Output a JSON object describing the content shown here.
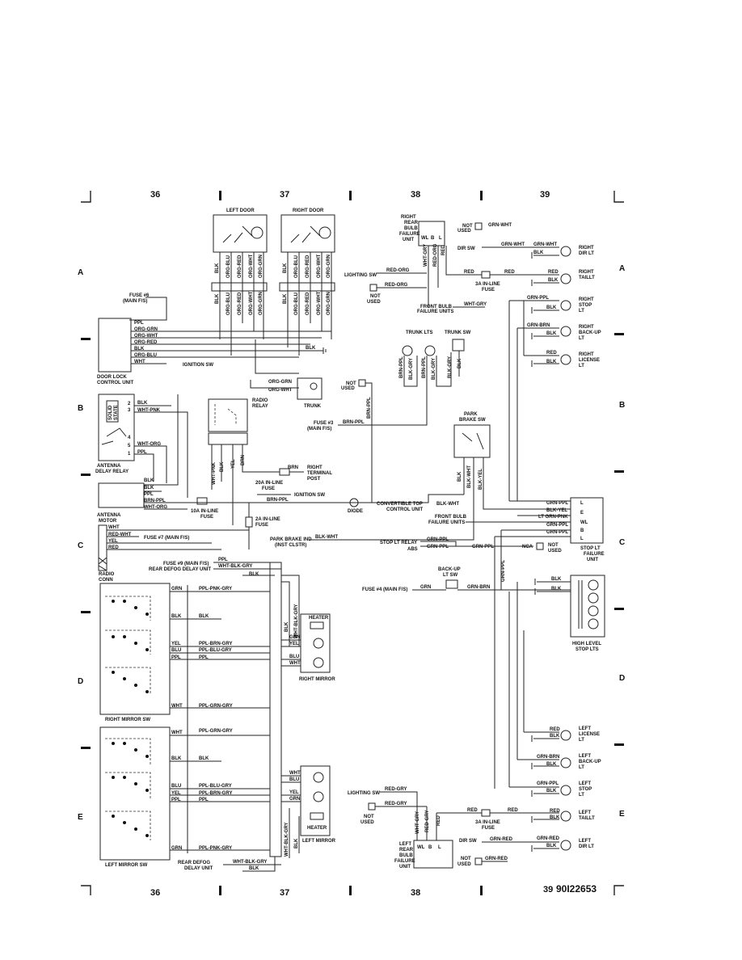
{
  "page": {
    "grid_columns": [
      "36",
      "37",
      "38",
      "39"
    ],
    "grid_rows": [
      "A",
      "B",
      "C",
      "D",
      "E"
    ],
    "diagram_id": "90I22653"
  },
  "components": {
    "left_door": "LEFT DOOR",
    "right_door": "RIGHT DOOR",
    "right_rear_bulb_failure_unit": [
      "RIGHT",
      "REAR",
      "BULB",
      "FAILURE",
      "UNIT"
    ],
    "not_used": [
      "NOT",
      "USED"
    ],
    "dir_sw": "DIR SW",
    "right_dir_lt": [
      "RIGHT",
      "DIR LT"
    ],
    "right_taillt": [
      "RIGHT",
      "TAILLT"
    ],
    "right_stop_lt": [
      "RIGHT",
      "STOP",
      "LT"
    ],
    "right_backup_lt": [
      "RIGHT",
      "BACK-UP",
      "LT"
    ],
    "right_license_lt": [
      "RIGHT",
      "LICENSE",
      "LT"
    ],
    "lighting_sw": "LIGHTING SW",
    "inline_fuse_3a": [
      "3A IN-LINE",
      "FUSE"
    ],
    "front_bulb_failure_units": [
      "FRONT BULB",
      "FAILURE UNITS"
    ],
    "fuse_6": [
      "FUSE #6",
      "(MAIN F/S)"
    ],
    "door_lock_control_unit": [
      "DOOR LOCK",
      "CONTROL UNIT"
    ],
    "ignition_sw": "IGNITION SW",
    "trunk_lts": "TRUNK LTS",
    "trunk_sw": "TRUNK SW",
    "trunk": "TRUNK",
    "solid_state": [
      "SOLID",
      "STATE"
    ],
    "antenna_delay_relay": [
      "ANTENNA",
      "DELAY RELAY"
    ],
    "radio_relay": [
      "RADIO",
      "RELAY"
    ],
    "fuse_3": [
      "FUSE #3",
      "(MAIN F/S)"
    ],
    "park_brake_sw": [
      "PARK",
      "BRAKE SW"
    ],
    "right_terminal_post": [
      "RIGHT",
      "TERMINAL",
      "POST"
    ],
    "inline_fuse_20a": [
      "20A IN-LINE",
      "FUSE"
    ],
    "antenna_motor": [
      "ANTENNA",
      "MOTOR"
    ],
    "inline_fuse_10a": [
      "10A IN-LINE",
      "FUSE"
    ],
    "inline_fuse_2a": [
      "2A IN-LINE",
      "FUSE"
    ],
    "diode": "DIODE",
    "convertible_top_control_unit": [
      "CONVERTIBLE TOP",
      "CONTROL UNIT"
    ],
    "fuse_7": "FUSE #7 (MAIN F/S)",
    "park_brake_ind": [
      "PARK BRAKE IND",
      "(INST CLSTR)"
    ],
    "stop_lt_relay": "STOP LT RELAY",
    "abs": "ABS",
    "nca": "NCA",
    "stop_lt_failure_unit": [
      "STOP LT",
      "FAILURE",
      "UNIT"
    ],
    "radio_conn": [
      "RADIO",
      "CONN"
    ],
    "fuse_9": "FUSE #9 (MAIN F/S)",
    "rear_defog_delay_unit": "REAR DEFOG DELAY UNIT",
    "backup_lt_sw": [
      "BACK-UP",
      "LT SW"
    ],
    "fuse_4": "FUSE #4 (MAIN F/S)",
    "heater": "HEATER",
    "right_mirror": "RIGHT MIRROR",
    "high_level_stop_lts": [
      "HIGH LEVEL",
      "STOP LTS"
    ],
    "right_mirror_sw": "RIGHT MIRROR SW",
    "left_license_lt": [
      "LEFT",
      "LICENSE",
      "LT"
    ],
    "left_backup_lt": [
      "LEFT",
      "BACK-UP",
      "LT"
    ],
    "left_stop_lt": [
      "LEFT",
      "STOP",
      "LT"
    ],
    "left_taillt": [
      "LEFT",
      "TAILLT"
    ],
    "left_dir_lt": [
      "LEFT",
      "DIR LT"
    ],
    "left_mirror": "LEFT MIRROR",
    "left_rear_bulb_failure_unit": [
      "LEFT",
      "REAR",
      "BULB",
      "FAILURE",
      "UNIT"
    ],
    "left_mirror_sw": "LEFT MIRROR SW",
    "rear_defog_delay_unit_2": [
      "REAR DEFOG",
      "DELAY UNIT"
    ]
  },
  "wires": {
    "grn_wht": "GRN-WHT",
    "red": "RED",
    "blk": "BLK",
    "red_org": "RED-ORG",
    "wht_gry": "WHT-GRY",
    "grn_ppl": "GRN-PPL",
    "grn_brn": "GRN-BRN",
    "ppl": "PPL",
    "org_grn": "ORG-GRN",
    "org_wht": "ORG-WHT",
    "org_red": "ORG-RED",
    "org_blu": "ORG-BLU",
    "wht": "WHT",
    "brn_ppl": "BRN-PPL",
    "blk_gry": "BLK-GRY",
    "wht_pnk": "WHT-PNK",
    "wht_org": "WHT-ORG",
    "brn": "BRN",
    "yel": "YEL",
    "blk_wht": "BLK-WHT",
    "blk_yel": "BLK-YEL",
    "lt_grn_pnk": "LT GRN-PNK",
    "red_wht": "RED-WHT",
    "red_gry": "RED-GRY",
    "grn_red": "GRN-RED",
    "wht_blk_gry": "WHT-BLK-GRY",
    "ppl_pnk_gry": "PPL-PNK-GRY",
    "ppl_brn_gry": "PPL-BRN-GRY",
    "ppl_blu_gry": "PPL-BLU-GRY",
    "ppl_grn_gry": "PPL-GRN-GRY",
    "blu": "BLU",
    "grn": "GRN"
  },
  "pins": {
    "bulb_unit": [
      "WL",
      "B",
      "L"
    ],
    "stop_unit": [
      "L",
      "E",
      "WL",
      "B",
      "L"
    ],
    "relay": [
      "2",
      "3",
      "4",
      "5",
      "1"
    ]
  }
}
